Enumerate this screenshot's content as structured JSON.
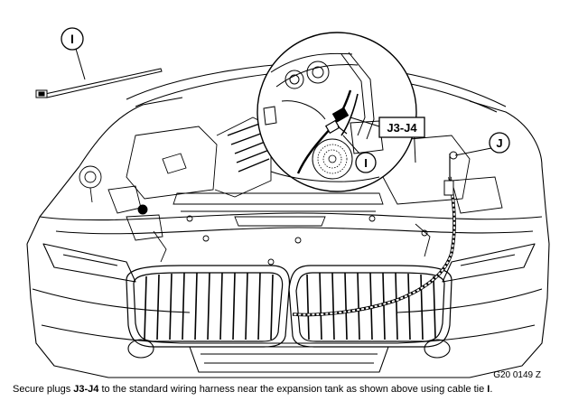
{
  "figure": {
    "code": "G20 0149 Z",
    "callouts": {
      "cable_tie_top": "I",
      "plugs": "J3-J4",
      "cable_tie_inset": "I",
      "j_connector": "J"
    }
  },
  "caption": {
    "part1": "Secure plugs ",
    "bold1": "J3-J4",
    "part2": " to the standard wiring harness near the expansion tank as shown above using cable tie ",
    "bold2": "I",
    "part3": "."
  }
}
